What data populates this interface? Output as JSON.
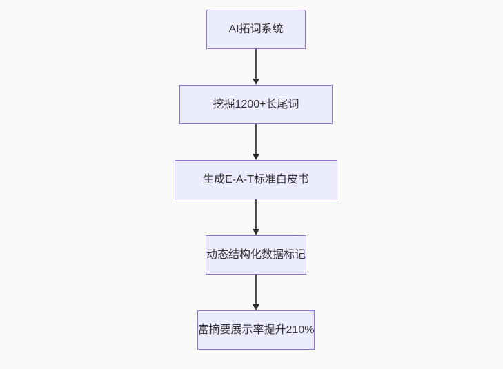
{
  "flowchart": {
    "direction": "top-down",
    "theme": {
      "page_bg": "#fafafa",
      "node_fill": "#ECECFF",
      "node_border": "#9370DB",
      "text_color": "#333333",
      "arrow_color": "#4a4a4a",
      "arrowhead_color": "#2b2b2b"
    },
    "nodes": [
      {
        "id": "step-1",
        "label": "AI拓词系统"
      },
      {
        "id": "step-2",
        "label": "挖掘1200+长尾词"
      },
      {
        "id": "step-3",
        "label": "生成E-A-T标准白皮书"
      },
      {
        "id": "step-4",
        "label": "动态结构化数据标记"
      },
      {
        "id": "step-5",
        "label": "富摘要展示率提升210%"
      }
    ],
    "edges": [
      {
        "from": "step-1",
        "to": "step-2"
      },
      {
        "from": "step-2",
        "to": "step-3"
      },
      {
        "from": "step-3",
        "to": "step-4"
      },
      {
        "from": "step-4",
        "to": "step-5"
      }
    ]
  }
}
